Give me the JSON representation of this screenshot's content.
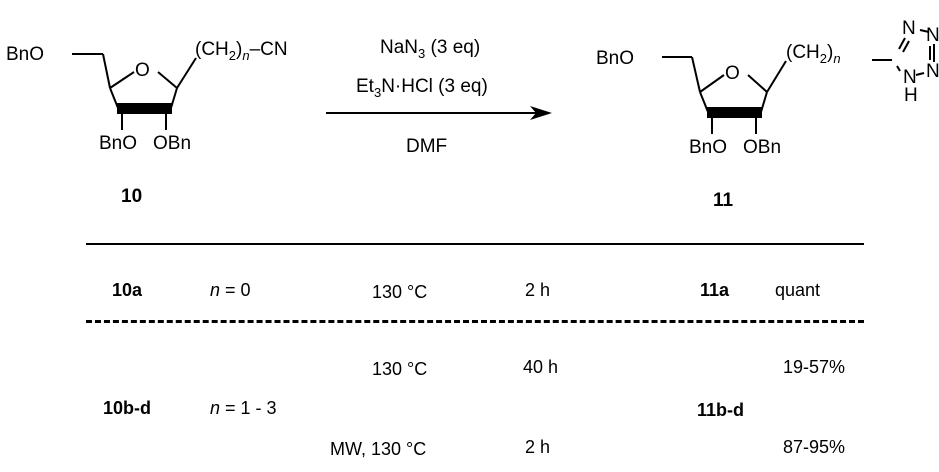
{
  "reactant": {
    "label": "10",
    "bno_top": "BnO",
    "ring_o": "O",
    "side_pre": "(CH",
    "side_sub": "2",
    "side_close": ")",
    "side_n": "n",
    "side_end": "–CN",
    "bno_left": "BnO",
    "obn_right": "OBn"
  },
  "conditions": {
    "reagent1_pre": "NaN",
    "reagent1_sub": "3",
    "reagent1_post": " (3 eq)",
    "reagent2_pre": "Et",
    "reagent2_sub": "3",
    "reagent2_post": "N·HCl (3 eq)",
    "solvent": "DMF"
  },
  "product": {
    "label": "11",
    "bno_top": "BnO",
    "ring_o": "O",
    "side_pre": "(CH",
    "side_sub": "2",
    "side_close": ")",
    "side_n": "n",
    "bno_left": "BnO",
    "obn_right": "OBn",
    "tetrazole": {
      "n1": "N",
      "n2": "N",
      "n3": "N",
      "n4": "N",
      "h": "H"
    }
  },
  "table": {
    "rows": [
      {
        "substrate": "10a",
        "n_var": "n",
        "n_value": " = 0",
        "temperature": "130 °C",
        "time": "2 h",
        "product": "11a",
        "yield": "quant"
      },
      {
        "substrate": "10b-d",
        "n_var": "n",
        "n_value": " = 1 - 3",
        "product": "11b-d",
        "conditions": [
          {
            "temperature": "130 °C",
            "time": "40 h",
            "yield": "19-57%"
          },
          {
            "temperature": "MW, 130 °C",
            "time": "2 h",
            "yield": "87-95%"
          }
        ]
      }
    ]
  }
}
